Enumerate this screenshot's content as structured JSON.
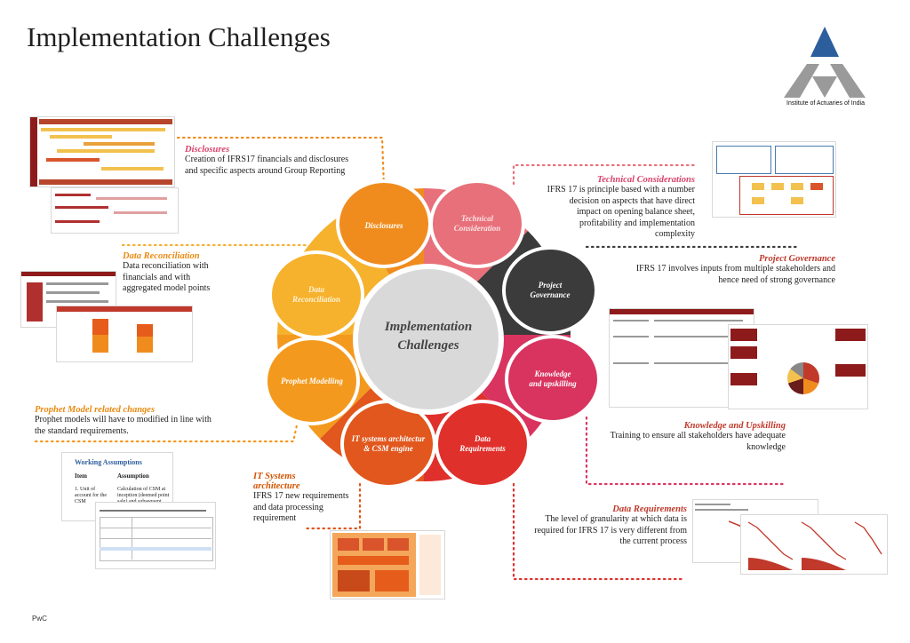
{
  "slide": {
    "title": "Implementation Challenges",
    "footer": "PwC"
  },
  "logo": {
    "caption": "Institute of Actuaries of India"
  },
  "hub": {
    "line1": "Implementation",
    "line2": "Challenges"
  },
  "petals": [
    {
      "id": "disclosures",
      "line1": "Disclosures",
      "line2": "",
      "color": "#f08c1e"
    },
    {
      "id": "technical",
      "line1": "Technical",
      "line2": "Consideration",
      "color": "#e8707a"
    },
    {
      "id": "governance",
      "line1": "Project",
      "line2": "Governance",
      "color": "#3b3b3b"
    },
    {
      "id": "knowledge",
      "line1": "Knowledge",
      "line2": "and upskilling",
      "color": "#d8345f"
    },
    {
      "id": "data",
      "line1": "Data",
      "line2": "Requirements",
      "color": "#e0302b"
    },
    {
      "id": "it",
      "line1": "IT systems architectur",
      "line2": "& CSM engine",
      "color": "#e1571d"
    },
    {
      "id": "prophet",
      "line1": "Prophet Modelling",
      "line2": "",
      "color": "#f39a1e"
    },
    {
      "id": "reconciliation",
      "line1": "Data",
      "line2": "Reconciliation",
      "color": "#f6b12d"
    }
  ],
  "captions": {
    "disclosures": {
      "title": "Disclosures",
      "text": [
        "Creation of IFRS17 financials and disclosures",
        "and specific aspects around Group Reporting"
      ]
    },
    "technical": {
      "title": "Technical Considerations",
      "text": [
        "IFRS 17 is principle based with a number",
        "decision on aspects that have direct",
        "impact on opening balance sheet,",
        "profitability and implementation",
        "complexity"
      ]
    },
    "governance": {
      "title": "Project Governance",
      "text": [
        "IFRS 17 involves inputs from multiple stakeholders and",
        "hence need of strong governance"
      ]
    },
    "knowledge": {
      "title": "Knowledge and Upskilling",
      "text": [
        "Training to ensure all stakeholders have adequate",
        "knowledge"
      ]
    },
    "data_req": {
      "title": "Data Requirements",
      "text": [
        "The level of granularity at which data is",
        "required for IFRS 17 is very different from",
        "the current process"
      ]
    },
    "it": {
      "title_line1": "IT Systems",
      "title_line2": "architecture",
      "text": [
        "IFRS 17 new requirements",
        "and data processing",
        "requirement"
      ]
    },
    "prophet": {
      "title": "Prophet Model related changes",
      "text": [
        "Prophet models will have to modified in line with",
        "the standard requirements."
      ]
    },
    "reconciliation": {
      "title": "Data Reconciliation",
      "text": [
        "Data reconciliation with",
        "financials and with",
        "aggregated model points"
      ]
    }
  },
  "working_assumptions": {
    "title": "Working Assumptions",
    "col_item": "Item",
    "col_assumption": "Assumption",
    "row_item": [
      "1. Unit of",
      "account for the",
      "CSM"
    ],
    "row_assumption": [
      "Calculation of CSM at",
      "inception (deemed point",
      "sale) and subsequent"
    ]
  }
}
